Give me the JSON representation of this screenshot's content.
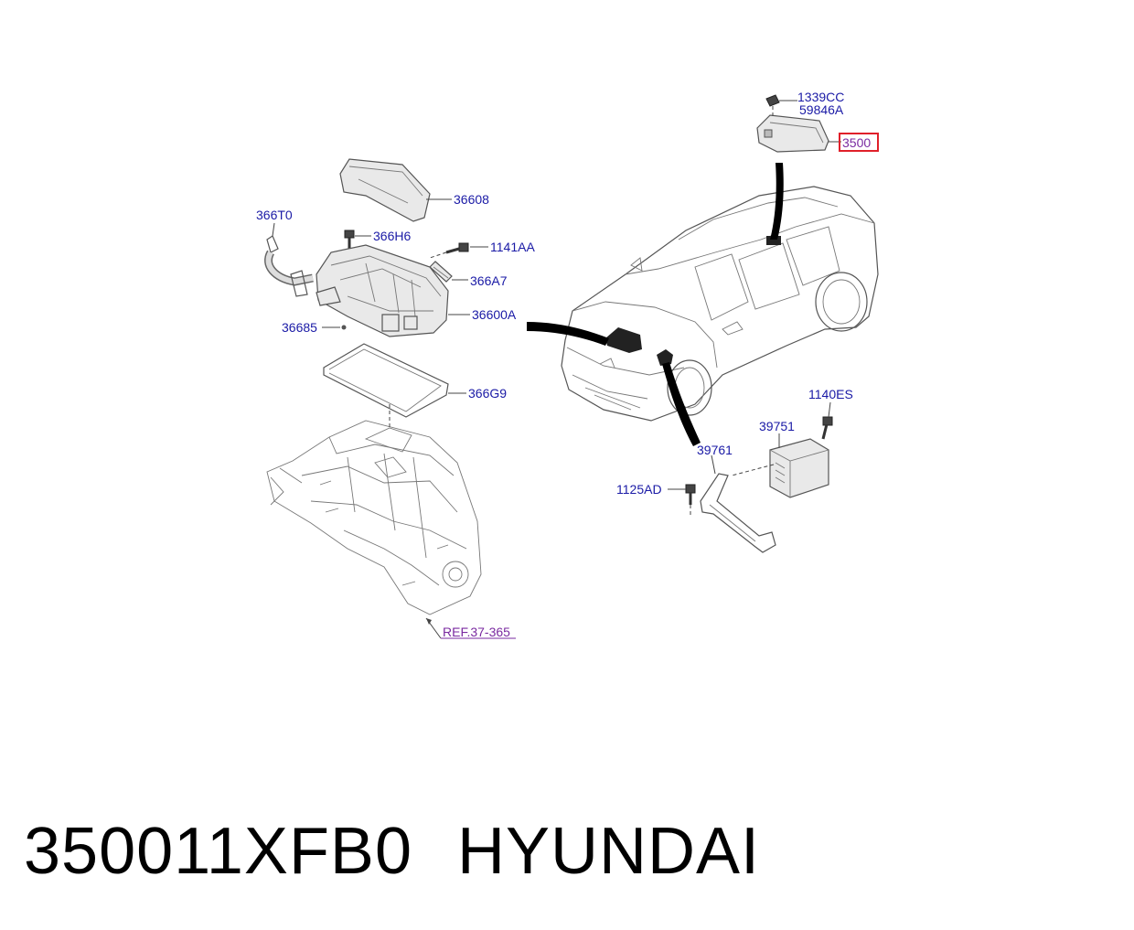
{
  "labels": {
    "l_366T0": "366T0",
    "l_366H6": "366H6",
    "l_36608": "36608",
    "l_1141AA": "1141AA",
    "l_366A7": "366A7",
    "l_36600A": "36600A",
    "l_36685": "36685",
    "l_366G9": "366G9",
    "l_ref": "REF.37-365",
    "l_1339CC": "1339CC",
    "l_59846A": "59846A",
    "l_3500": "3500",
    "l_1140ES": "1140ES",
    "l_39751": "39751",
    "l_39761": "39761",
    "l_1125AD": "1125AD"
  },
  "highlight_color": "#e0202a",
  "label_color": "#1a1aa6",
  "footer": {
    "part_number": "350011XFB0",
    "brand": "HYUNDAI"
  }
}
